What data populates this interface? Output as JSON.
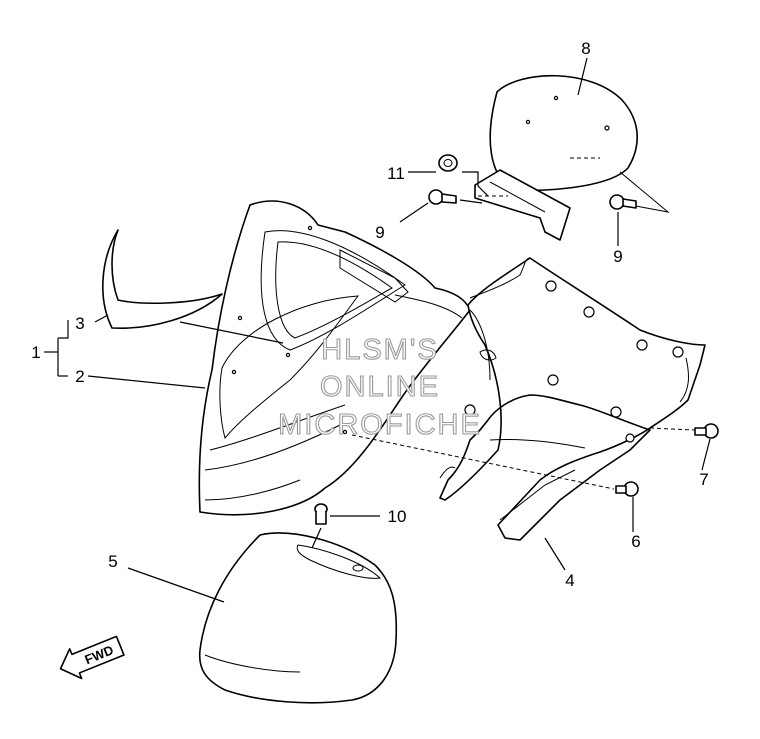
{
  "parts": {
    "p1": "1",
    "p2": "2",
    "p3": "3",
    "p4": "4",
    "p5": "5",
    "p6": "6",
    "p7": "7",
    "p8": "8",
    "p9a": "9",
    "p9b": "9",
    "p10": "10",
    "p11": "11"
  },
  "fwd_label": "FWD",
  "watermark": [
    "HLSM'S",
    "ONLINE",
    "MICROFICHE"
  ]
}
